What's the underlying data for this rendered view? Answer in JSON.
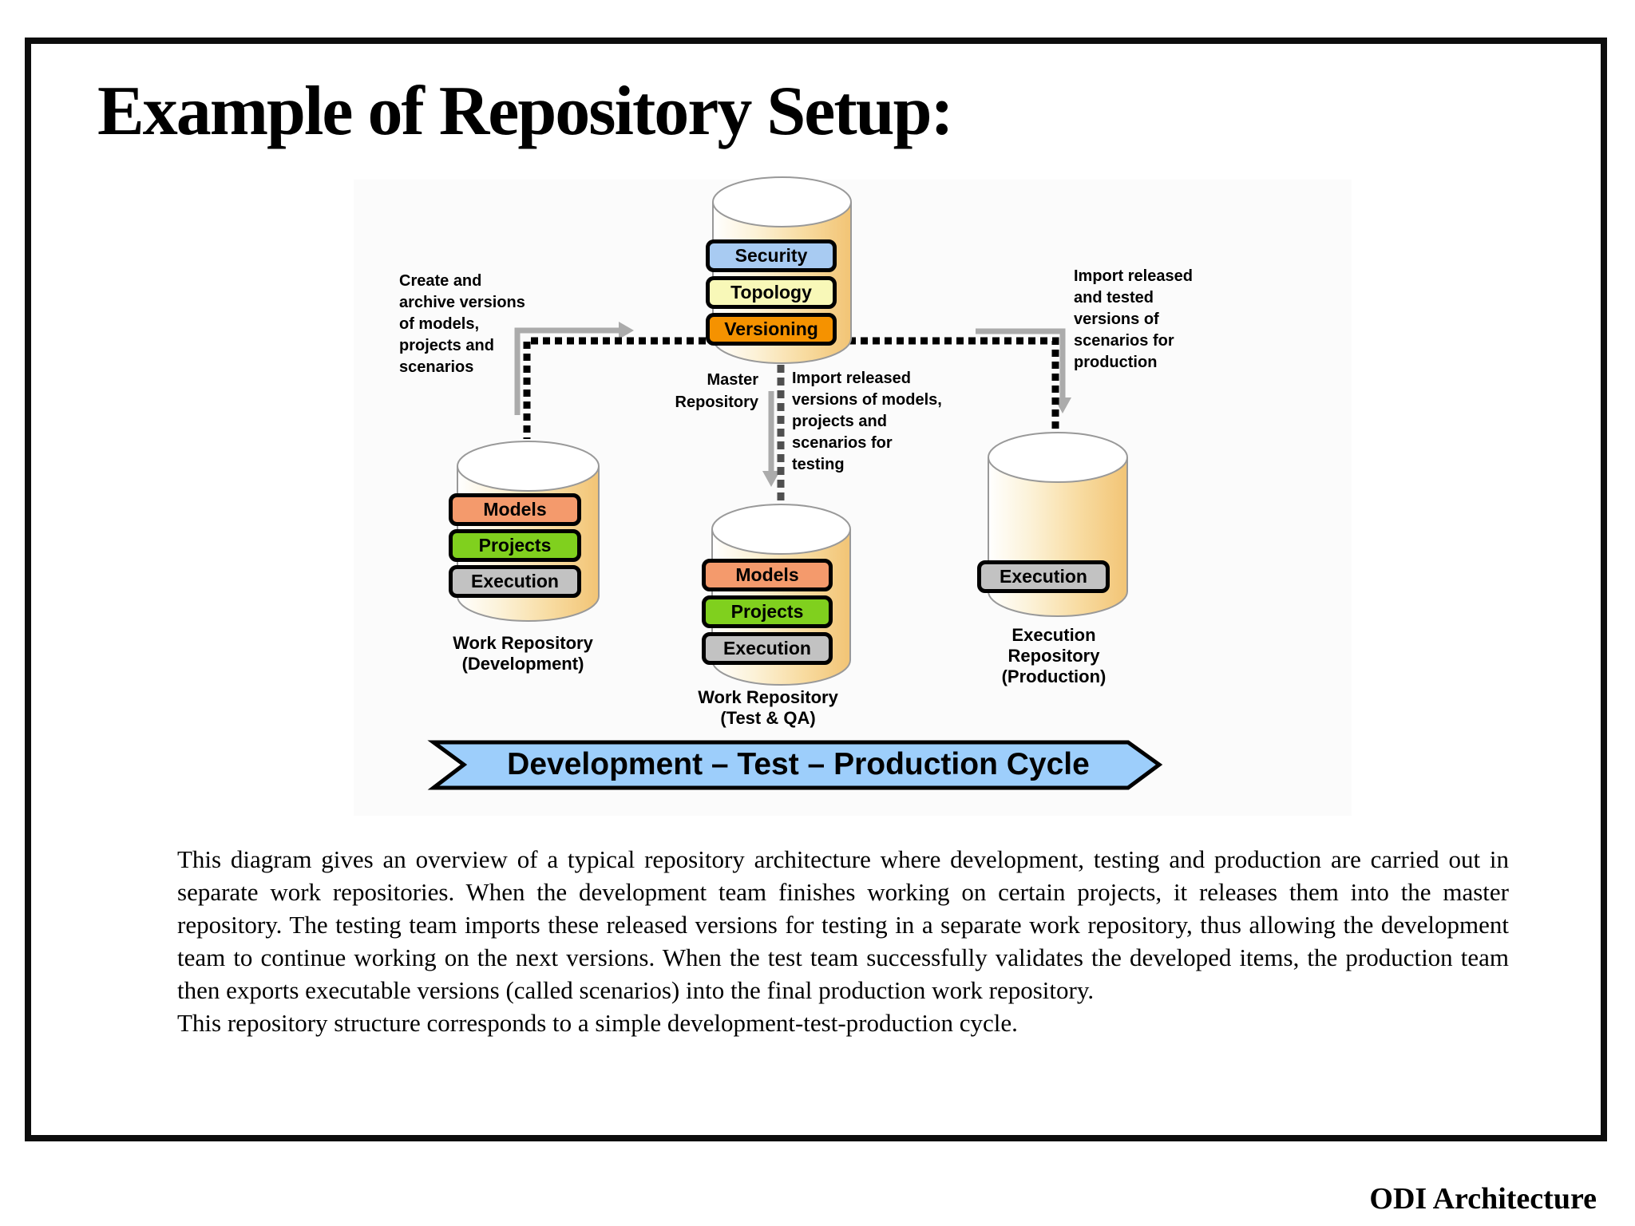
{
  "slide": {
    "title": "Example of Repository Setup:",
    "footer": "ODI Architecture"
  },
  "banner": {
    "label": "Development – Test – Production Cycle",
    "fill": "#9DCEFB"
  },
  "colors": {
    "security": "#A8CBF2",
    "topology": "#F8F8B8",
    "versioning": "#F59200",
    "models": "#F49A6C",
    "projects": "#80D01E",
    "execution": "#C2C2C2"
  },
  "annotations": {
    "create": [
      "Create and",
      "archive versions",
      "of models,",
      "projects and",
      "scenarios"
    ],
    "master_label": [
      "Master",
      "Repository"
    ],
    "import_testing": [
      "Import released",
      "versions of models,",
      "projects and",
      "scenarios for",
      "testing"
    ],
    "import_production": [
      "Import released",
      "and tested",
      "versions of",
      "scenarios for",
      "production"
    ]
  },
  "repositories": {
    "master": {
      "modules": [
        "Security",
        "Topology",
        "Versioning"
      ]
    },
    "development": {
      "modules": [
        "Models",
        "Projects",
        "Execution"
      ],
      "label": [
        "Work Repository",
        "(Development)"
      ]
    },
    "test": {
      "modules": [
        "Models",
        "Projects",
        "Execution"
      ],
      "label": [
        "Work Repository",
        "(Test & QA)"
      ]
    },
    "production": {
      "modules": [
        "Execution"
      ],
      "label": [
        "Execution",
        "Repository",
        "(Production)"
      ]
    }
  },
  "body_text": {
    "paragraph1": "This diagram gives an overview of a typical repository architecture where development, testing and production are carried out in separate work repositories. When the development team finishes working on certain projects, it releases them into the master repository. The testing team imports these released versions for testing in a separate work repository, thus allowing the development team to continue working on the next versions. When the test team successfully validates the developed items, the production team then exports executable versions (called scenarios) into the final production work repository.",
    "paragraph2": "This repository structure corresponds to a simple development-test-production cycle."
  }
}
